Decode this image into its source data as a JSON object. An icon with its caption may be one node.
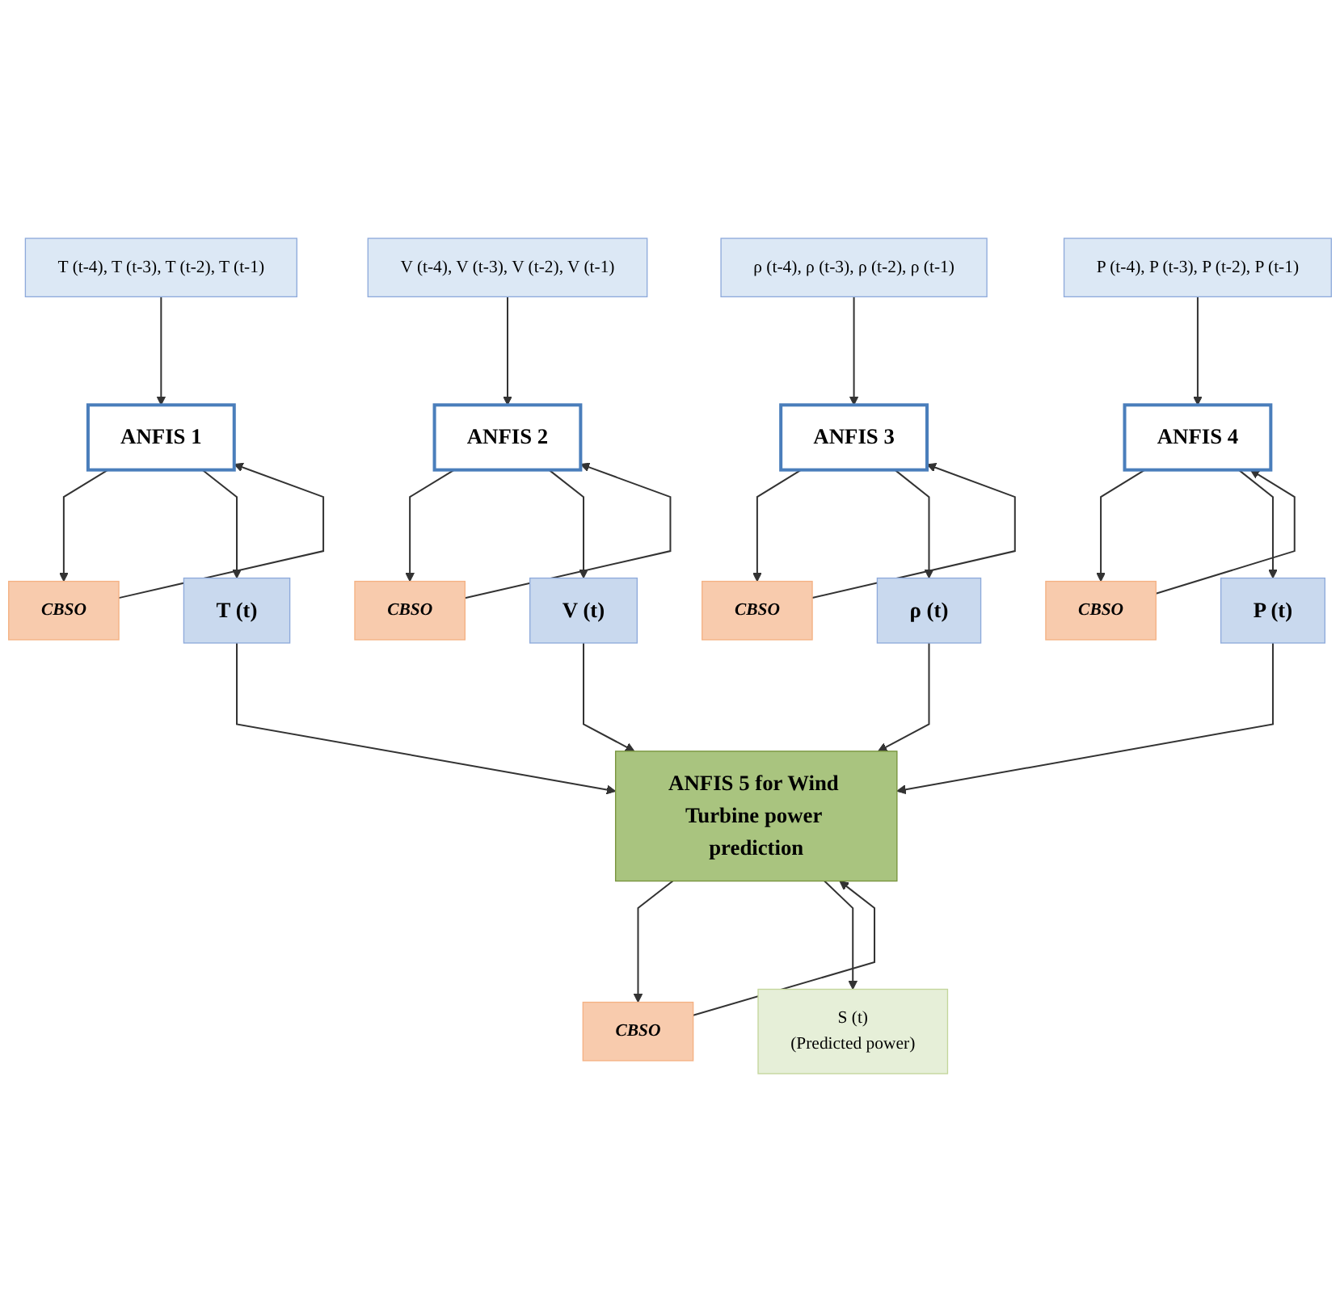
{
  "diagram": {
    "nodes": [
      {
        "text": [
          "T (t-4), T (t-3), T (t-2), T (t-1)"
        ]
      },
      {
        "text": [
          "V (t-4), V (t-3), V (t-2), V (t-1)"
        ]
      },
      {
        "text": [
          "ρ (t-4), ρ (t-3), ρ (t-2), ρ (t-1)"
        ]
      },
      {
        "text": [
          "P (t-4), P (t-3), P (t-2), P (t-1)"
        ]
      },
      {
        "text": [
          "CBSO"
        ]
      },
      {
        "text": [
          "ANFIS 1"
        ]
      },
      {
        "text": [
          "CBSO"
        ]
      },
      {
        "text": [
          "ANFIS 2"
        ]
      },
      {
        "text": [
          "CBSO"
        ]
      },
      {
        "text": [
          "ANFIS 3"
        ]
      },
      {
        "text": [
          "CBSO"
        ]
      },
      {
        "text": [
          "ANFIS 4"
        ]
      },
      {
        "text": [
          "T (t)"
        ]
      },
      {
        "text": [
          "V (t)"
        ]
      },
      {
        "text": [
          "ρ (t)"
        ]
      },
      {
        "text": [
          "P (t)"
        ]
      },
      {
        "text": [
          "CBSO"
        ]
      },
      {
        "text": [
          "ANFIS 5 for Wind Turbine power prediction"
        ]
      },
      {
        "text": [
          "S (t)",
          "(Predicted power)"
        ]
      }
    ],
    "edges": [
      {
        "from": 0,
        "to": 5,
        "arrow": "to"
      },
      {
        "from": 1,
        "to": 7,
        "arrow": "to"
      },
      {
        "from": 2,
        "to": 9,
        "arrow": "to"
      },
      {
        "from": 3,
        "to": 11,
        "arrow": "to"
      },
      {
        "from": 4,
        "to": 5,
        "arrow": "to"
      },
      {
        "from": 5,
        "to": 4,
        "arrow": "to"
      },
      {
        "from": 6,
        "to": 7,
        "arrow": "to"
      },
      {
        "from": 7,
        "to": 6,
        "arrow": "to"
      },
      {
        "from": 8,
        "to": 9,
        "arrow": "to"
      },
      {
        "from": 9,
        "to": 8,
        "arrow": "to"
      },
      {
        "from": 10,
        "to": 11,
        "arrow": "to"
      },
      {
        "from": 11,
        "to": 10,
        "arrow": "to"
      },
      {
        "from": 5,
        "to": 12,
        "arrow": "to"
      },
      {
        "from": 7,
        "to": 13,
        "arrow": "to"
      },
      {
        "from": 9,
        "to": 14,
        "arrow": "to"
      },
      {
        "from": 11,
        "to": 15,
        "arrow": "to"
      },
      {
        "from": 12,
        "to": 17,
        "arrow": "to"
      },
      {
        "from": 13,
        "to": 17,
        "arrow": "to"
      },
      {
        "from": 14,
        "to": 17,
        "arrow": "to"
      },
      {
        "from": 15,
        "to": 17,
        "arrow": "to"
      },
      {
        "from": 16,
        "to": 17,
        "arrow": "to"
      },
      {
        "from": 17,
        "to": 16,
        "arrow": "to"
      },
      {
        "from": 17,
        "to": 18,
        "arrow": "to"
      }
    ]
  }
}
